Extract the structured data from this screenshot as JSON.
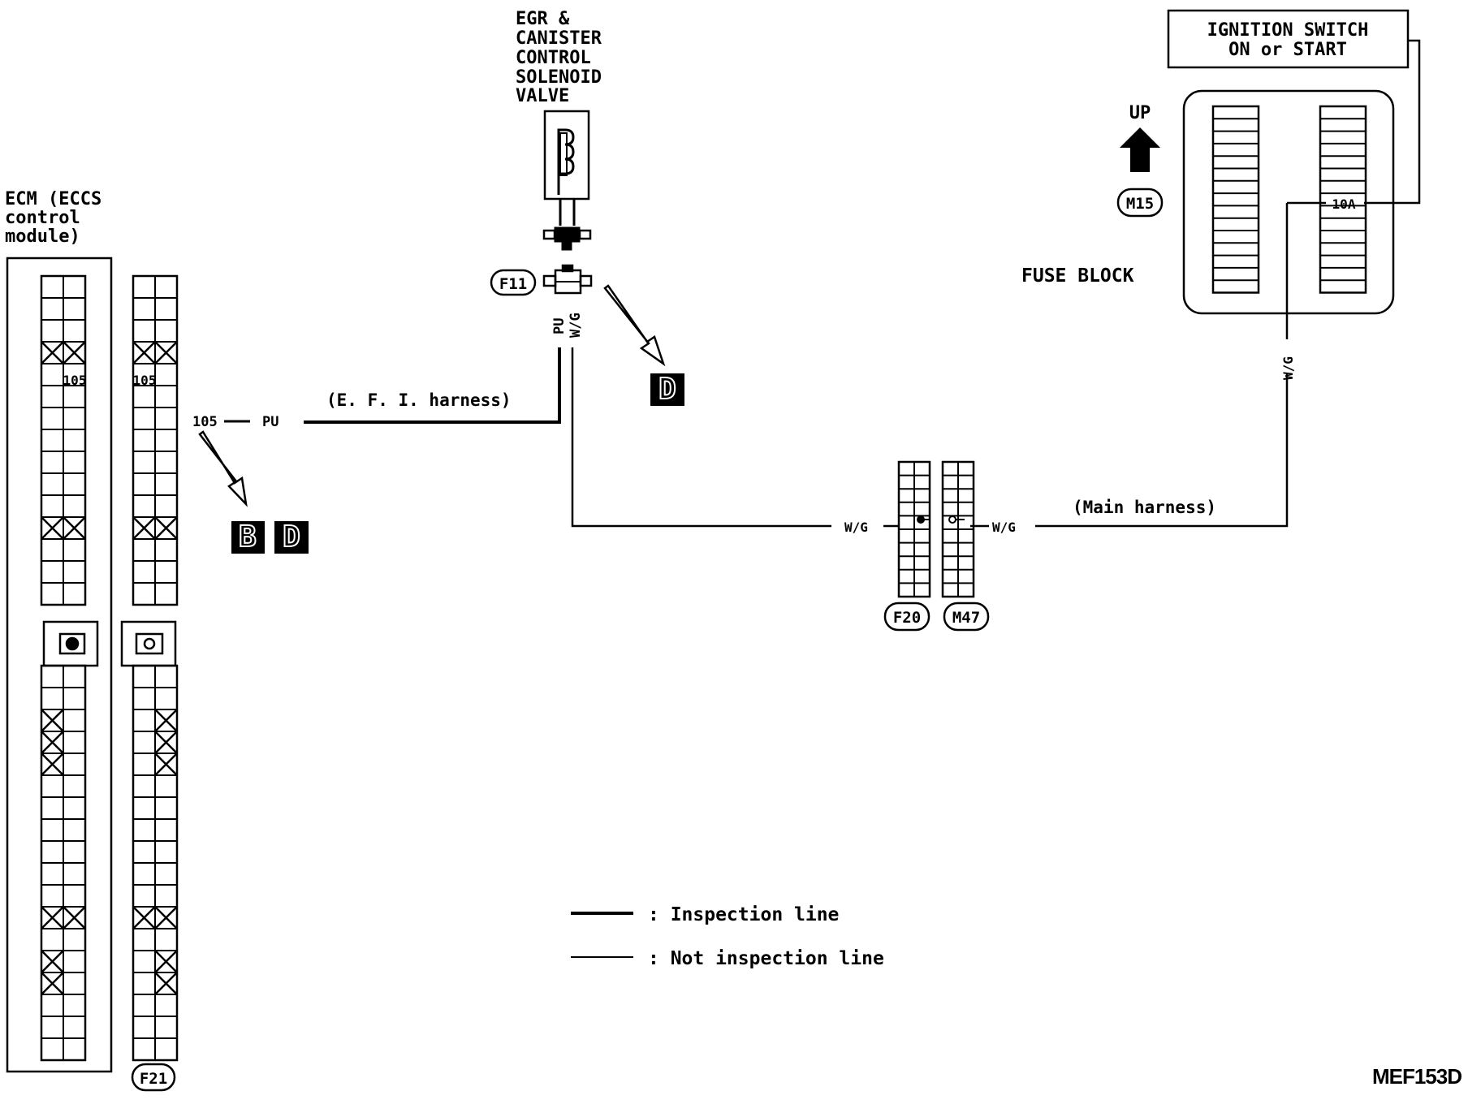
{
  "egr_label": [
    "EGR &",
    "CANISTER",
    "CONTROL",
    "SOLENOID",
    "VALVE"
  ],
  "ecm_label": [
    "ECM (ECCS",
    "control",
    "module)"
  ],
  "ignition_label": [
    "IGNITION SWITCH",
    "ON or START"
  ],
  "up_label": "UP",
  "fuse_block_label": "FUSE BLOCK",
  "fuse_rating": "10A",
  "connectors": {
    "f11": "F11",
    "f21": "F21",
    "f20": "F20",
    "m47": "M47",
    "m15": "M15"
  },
  "terminal_numbers": {
    "ecm_left": "105",
    "ecm_right": "105"
  },
  "wires": {
    "pin_105": "105",
    "pu": "PU",
    "wg": "W/G",
    "efi_harness": "(E. F. I.  harness)",
    "main_harness": "(Main harness)"
  },
  "reference_tags": {
    "d_top": "D",
    "b": "B",
    "d_bottom": "D"
  },
  "legend": {
    "inspection": ": Inspection line",
    "not_inspection": ": Not inspection line"
  },
  "figure_code": "MEF153D"
}
